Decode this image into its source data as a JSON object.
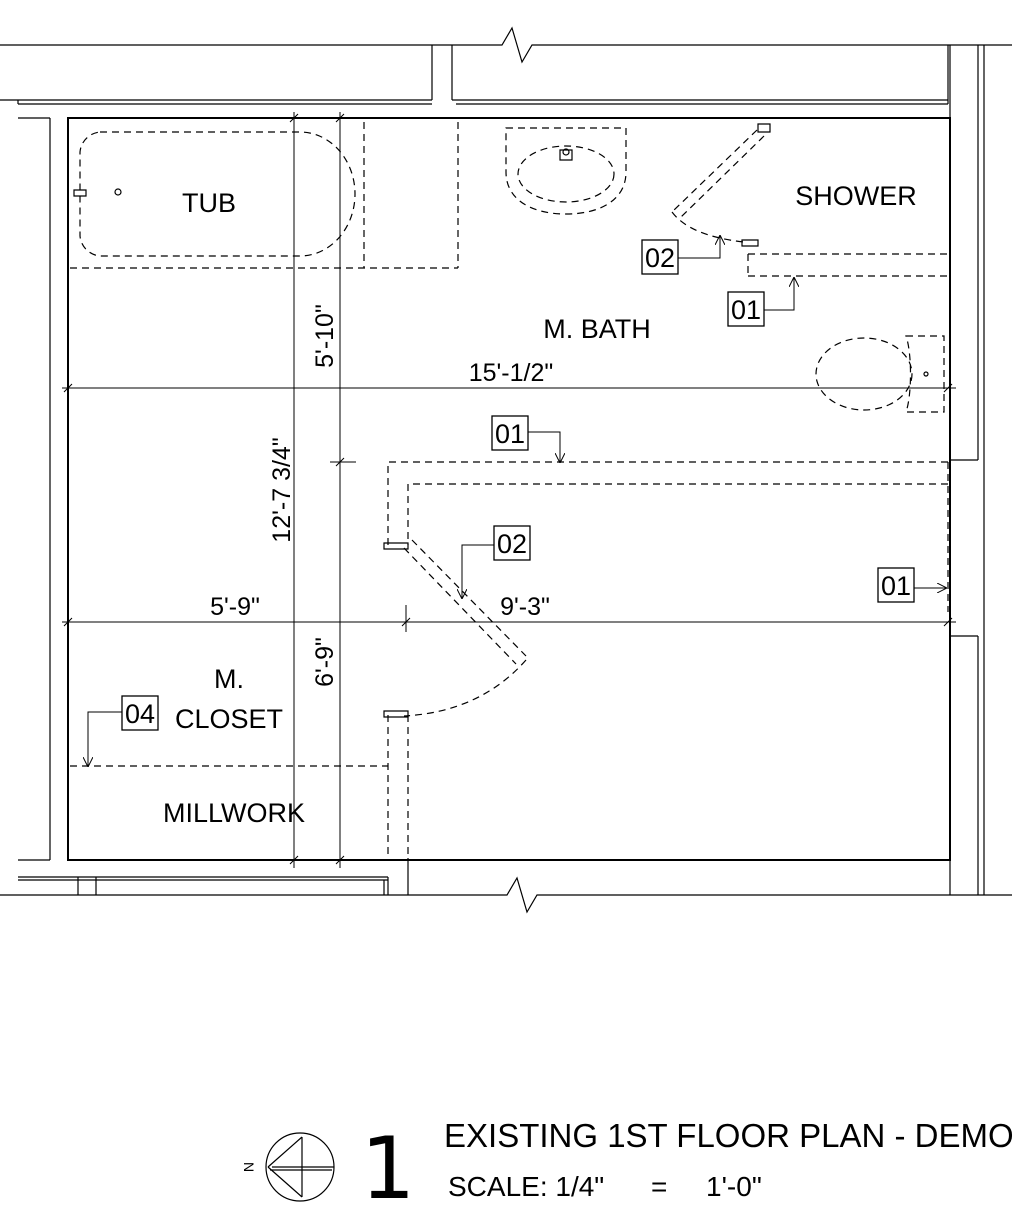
{
  "rooms": {
    "tub": "TUB",
    "shower": "SHOWER",
    "bath": "M. BATH",
    "closet_1": "M.",
    "closet_2": "CLOSET",
    "millwork": "MILLWORK"
  },
  "dimensions": {
    "overall_width": "15'-1/2\"",
    "overall_depth": "12'-7 3/4\"",
    "bath_depth": "5'-10\"",
    "closet_depth": "6'-9\"",
    "closet_width": "5'-9\"",
    "bath_width": "9'-3\""
  },
  "keynotes": {
    "shower_door": "02",
    "shower_wall": "01",
    "partition_top": "01",
    "door": "02",
    "partition_right": "01",
    "millwork": "04"
  },
  "title_block": {
    "view_number": "1",
    "title": "EXISTING 1ST FLOOR PLAN - DEMO",
    "scale_label": "SCALE: 1/4\"",
    "scale_equals": "=",
    "scale_value": "1'-0\"",
    "north_label": "N"
  }
}
